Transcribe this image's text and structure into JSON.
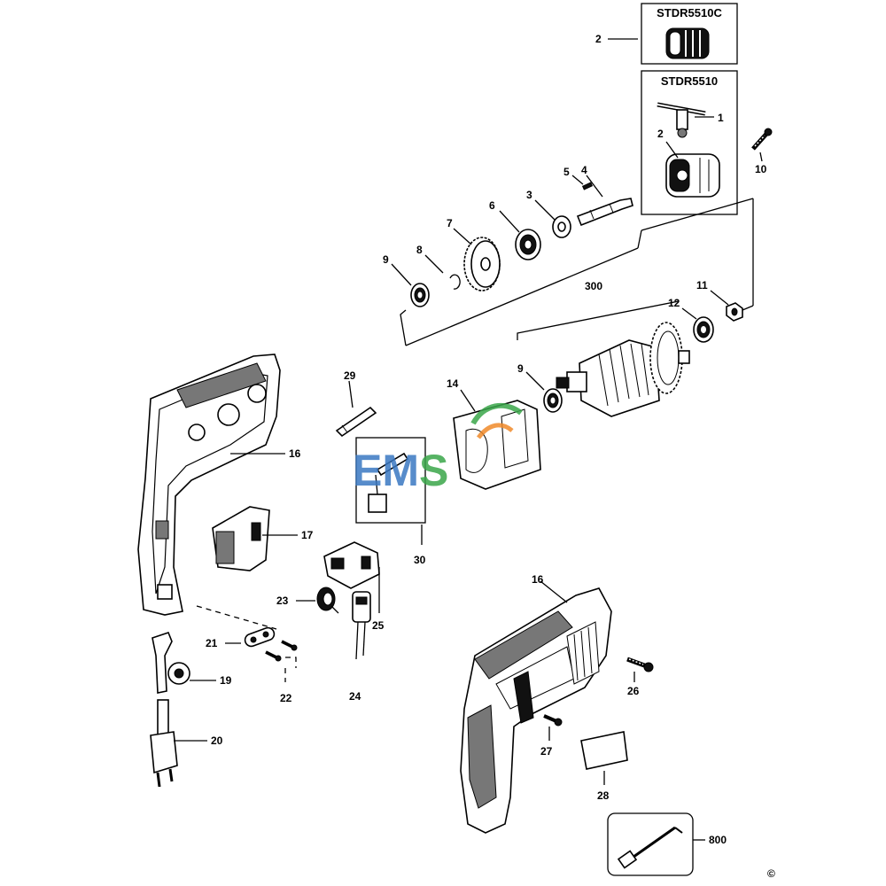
{
  "boxes": {
    "chuck_keyless_model": "STDR5510C",
    "chuck_key_model": "STDR5510"
  },
  "labels": {
    "p1": "1",
    "p2a": "2",
    "p2b": "2",
    "p3": "3",
    "p4": "4",
    "p5": "5",
    "p6": "6",
    "p7": "7",
    "p8": "8",
    "p9a": "9",
    "p9b": "9",
    "p10": "10",
    "p11": "11",
    "p12": "12",
    "p14": "14",
    "p16a": "16",
    "p16b": "16",
    "p17": "17",
    "p19": "19",
    "p20": "20",
    "p21": "21",
    "p22": "22",
    "p23": "23",
    "p24": "24",
    "p25": "25",
    "p26": "26",
    "p27": "27",
    "p28": "28",
    "p29": "29",
    "p30": "30",
    "p300": "300",
    "p800": "800"
  },
  "watermark": "EMS",
  "copyright": "©",
  "colors": {
    "watermark_blue": "#3a78c2",
    "watermark_green": "#3aa64a",
    "watermark_orange": "#f08a2a"
  }
}
